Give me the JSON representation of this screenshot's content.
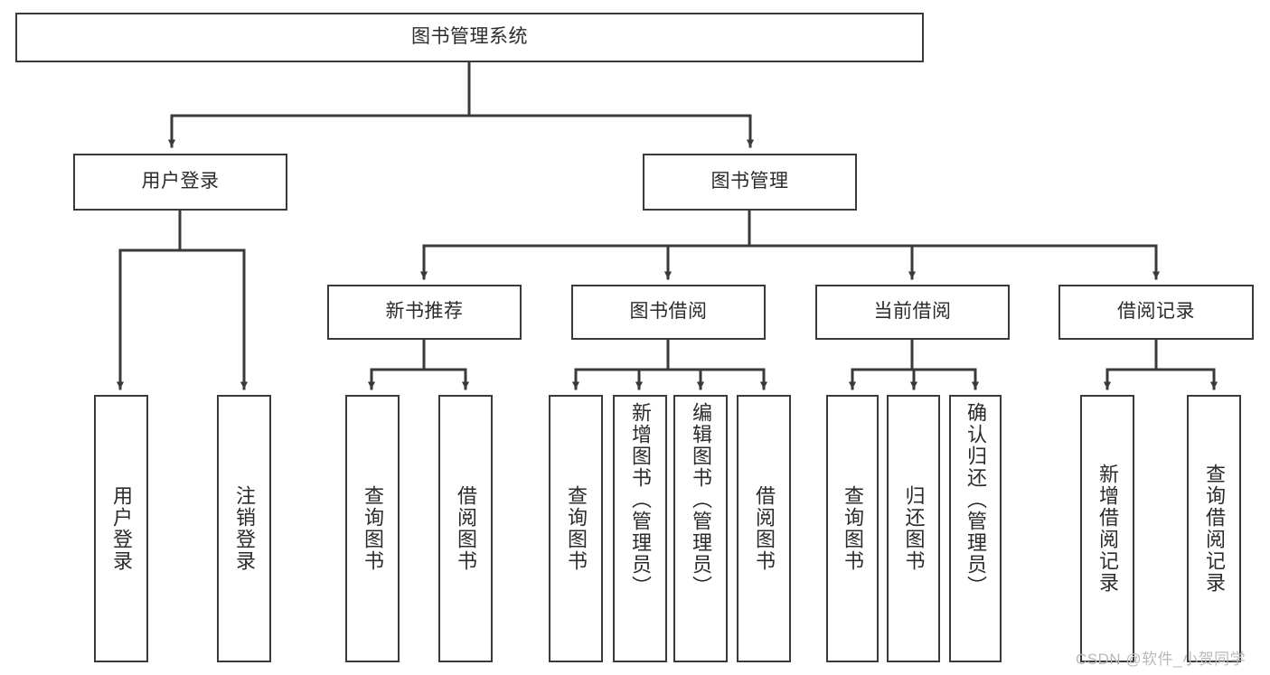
{
  "diagram": {
    "type": "hierarchy-tree",
    "title": "图书管理系统",
    "watermark": "CSDN @软件_小贺同学",
    "colors": {
      "box_border": "#3a3a3a",
      "box_fill": "#ffffff",
      "connector": "#3a3a3a",
      "text": "#2b2b2b",
      "watermark": "#b9b9b9",
      "background": "#ffffff"
    },
    "levels": {
      "root": {
        "label": "图书管理系统"
      },
      "level2": [
        {
          "label": "用户登录"
        },
        {
          "label": "图书管理"
        }
      ],
      "level3": [
        {
          "label": "新书推荐"
        },
        {
          "label": "图书借阅"
        },
        {
          "label": "当前借阅"
        },
        {
          "label": "借阅记录"
        }
      ],
      "leaves": {
        "user_login": [
          {
            "label": "用户登录"
          },
          {
            "label": "注销登录"
          }
        ],
        "new_book_recommend": [
          {
            "label": "查询图书"
          },
          {
            "label": "借阅图书"
          }
        ],
        "book_borrow": [
          {
            "label": "查询图书"
          },
          {
            "label": "新增图书（管理员）"
          },
          {
            "label": "编辑图书（管理员）"
          },
          {
            "label": "借阅图书"
          }
        ],
        "current_borrow": [
          {
            "label": "查询图书"
          },
          {
            "label": "归还图书"
          },
          {
            "label": "确认归还（管理员）"
          }
        ],
        "borrow_record": [
          {
            "label": "新增借阅记录"
          },
          {
            "label": "查询借阅记录"
          }
        ]
      }
    }
  }
}
